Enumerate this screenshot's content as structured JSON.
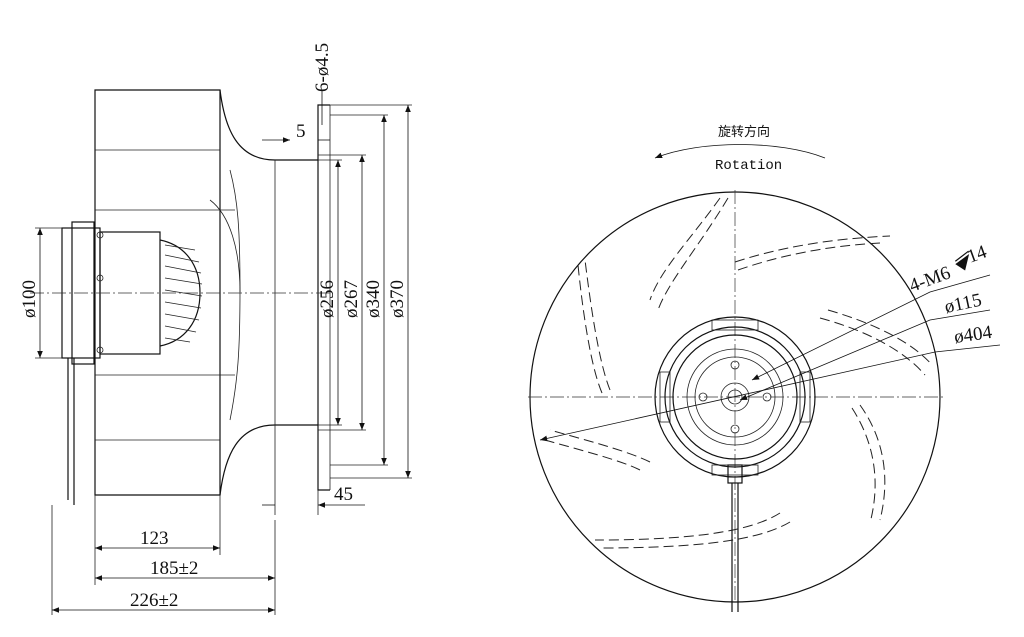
{
  "side_view": {
    "dims": {
      "hole_spec": "6-ø4.5",
      "flange_offset": "5",
      "dia_100": "ø100",
      "dia_256": "ø256",
      "dia_267": "ø267",
      "dia_340": "ø340",
      "dia_370": "ø370",
      "depth_45": "45",
      "len_123": "123",
      "len_185": "185±2",
      "len_226": "226±2"
    }
  },
  "front_view": {
    "rotation_cn": "旋转方向",
    "rotation_en": "Rotation",
    "dims": {
      "thread_spec": "4-M6",
      "thread_depth": "14",
      "dia_115": "ø115",
      "dia_404": "ø404"
    }
  }
}
